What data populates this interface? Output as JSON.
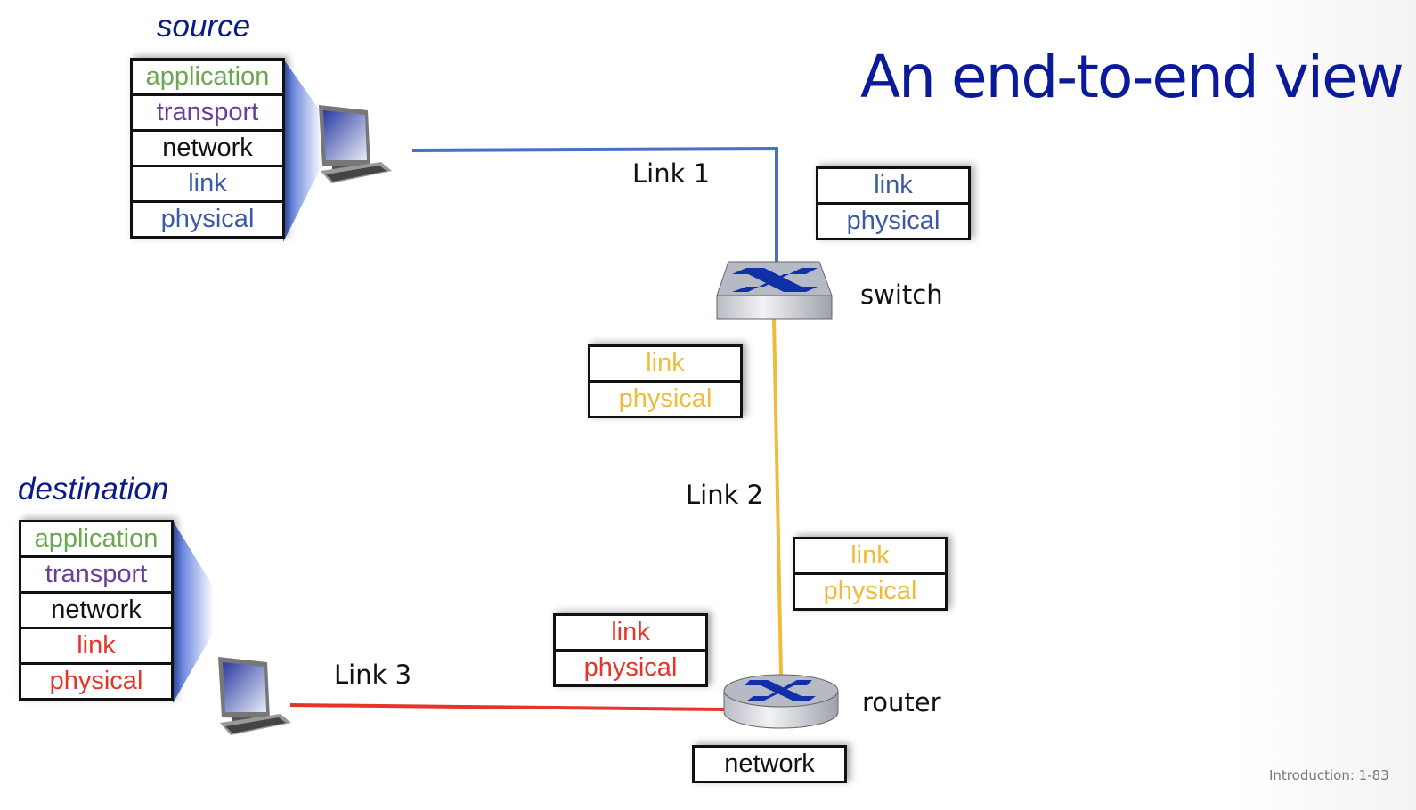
{
  "title": "An end-to-end view",
  "footer": "Introduction: 1-83",
  "colors": {
    "title": "#0a1a9a",
    "application": "#6aa84f",
    "transport": "#6a3d9a",
    "network": "#111111",
    "link1": "#4a6fc7",
    "link2": "#f1bb3a",
    "link3": "#e53528"
  },
  "source": {
    "label": "source",
    "layers": [
      "application",
      "transport",
      "network",
      "link",
      "physical"
    ]
  },
  "destination": {
    "label": "destination",
    "layers": [
      "application",
      "transport",
      "network",
      "link",
      "physical"
    ]
  },
  "links": [
    {
      "label": "Link 1"
    },
    {
      "label": "Link 2"
    },
    {
      "label": "Link 3"
    }
  ],
  "switch": {
    "label": "switch",
    "stack": [
      "link",
      "physical"
    ]
  },
  "link2_stacks": {
    "upper": [
      "link",
      "physical"
    ],
    "lower": [
      "link",
      "physical"
    ]
  },
  "router": {
    "label": "router",
    "stack_link3": [
      "link",
      "physical"
    ],
    "network_label": "network"
  }
}
